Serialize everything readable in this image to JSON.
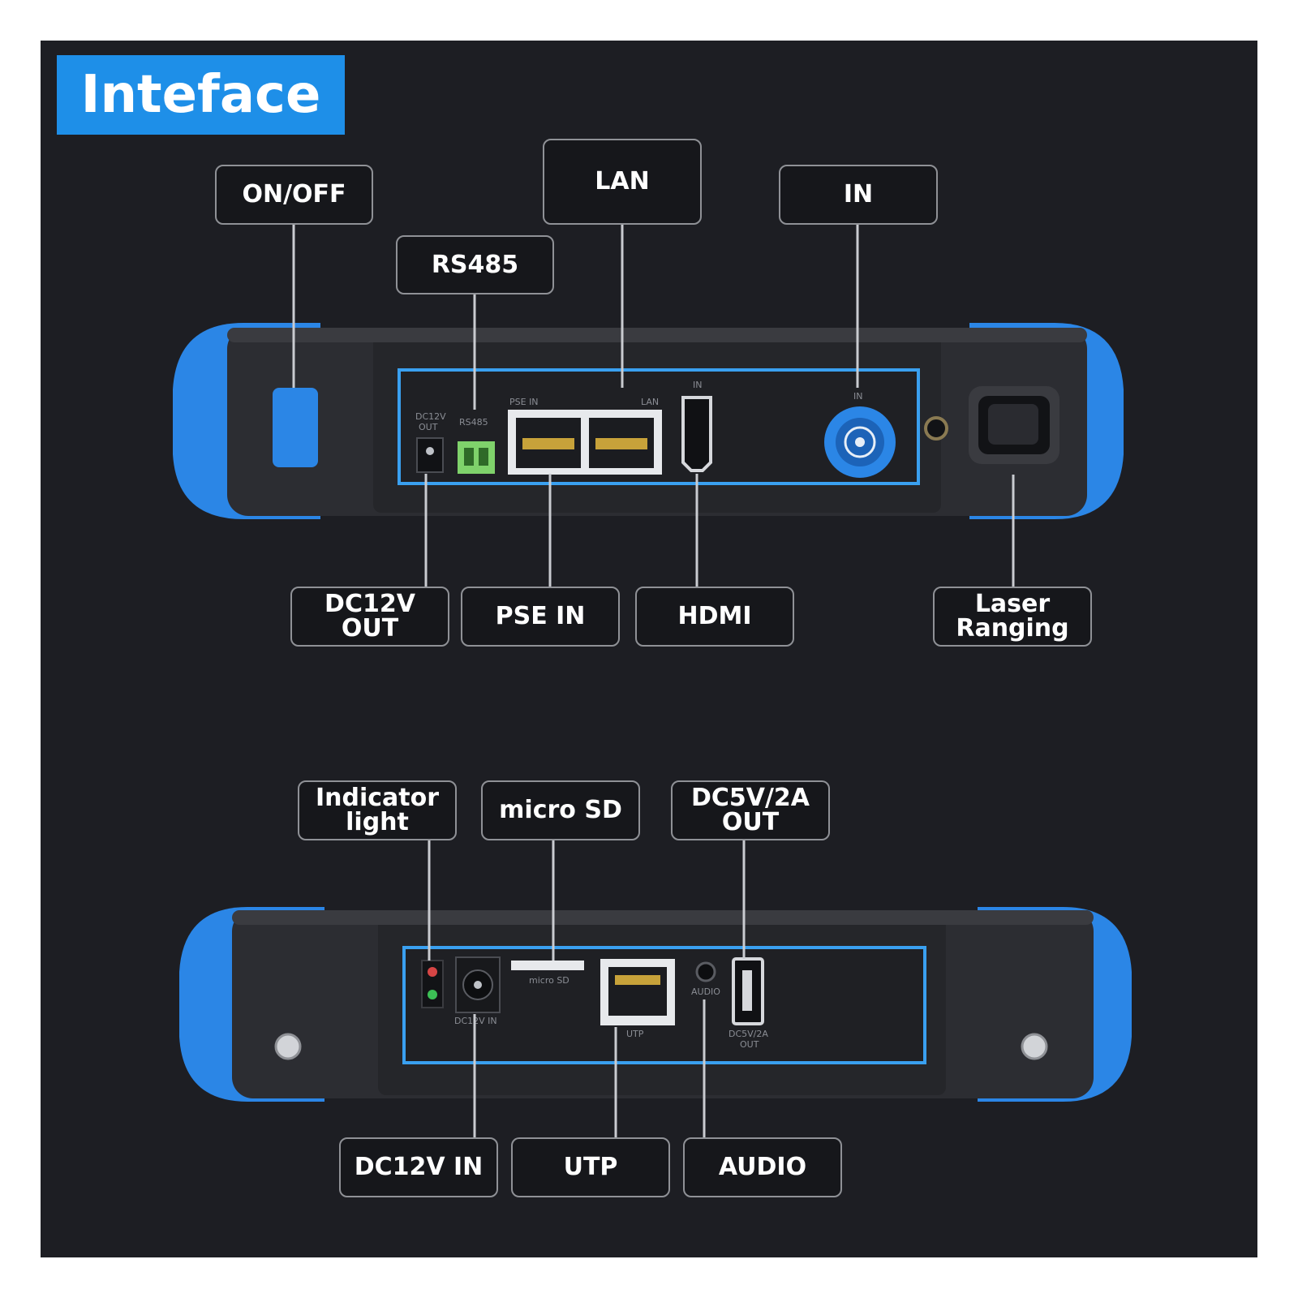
{
  "title": "Inteface",
  "colors": {
    "background": "#1d1e23",
    "accent_blue": "#1e8fe8",
    "rs485_terminal": "#7fd26b",
    "callout_border": "#8f9196"
  },
  "top_view": {
    "callouts": {
      "on_off": "ON/OFF",
      "rs485": "RS485",
      "lan": "LAN",
      "in": "IN",
      "dc12v_out": "DC12V OUT",
      "pse_in": "PSE IN",
      "hdmi": "HDMI",
      "laser_ranging": [
        "Laser",
        "Ranging"
      ]
    },
    "device_labels": {
      "dc12v_out": [
        "DC12V",
        "OUT"
      ],
      "rs485": "RS485",
      "pse_in": "PSE IN",
      "lan": "LAN",
      "hdmi": "IN",
      "bnc": "IN"
    }
  },
  "bottom_view": {
    "callouts": {
      "indicator_light": [
        "Indicator",
        "light"
      ],
      "micro_sd": "micro SD",
      "dc5v_2a_out": [
        "DC5V/2A",
        "OUT"
      ],
      "dc12v_in": "DC12V IN",
      "utp": "UTP",
      "audio": "AUDIO"
    },
    "device_labels": {
      "dc12v_in": "DC12V IN",
      "micro_sd": "micro SD",
      "utp": "UTP",
      "audio": "AUDIO",
      "dc5v_2a_out": [
        "DC5V/2A",
        "OUT"
      ]
    }
  }
}
